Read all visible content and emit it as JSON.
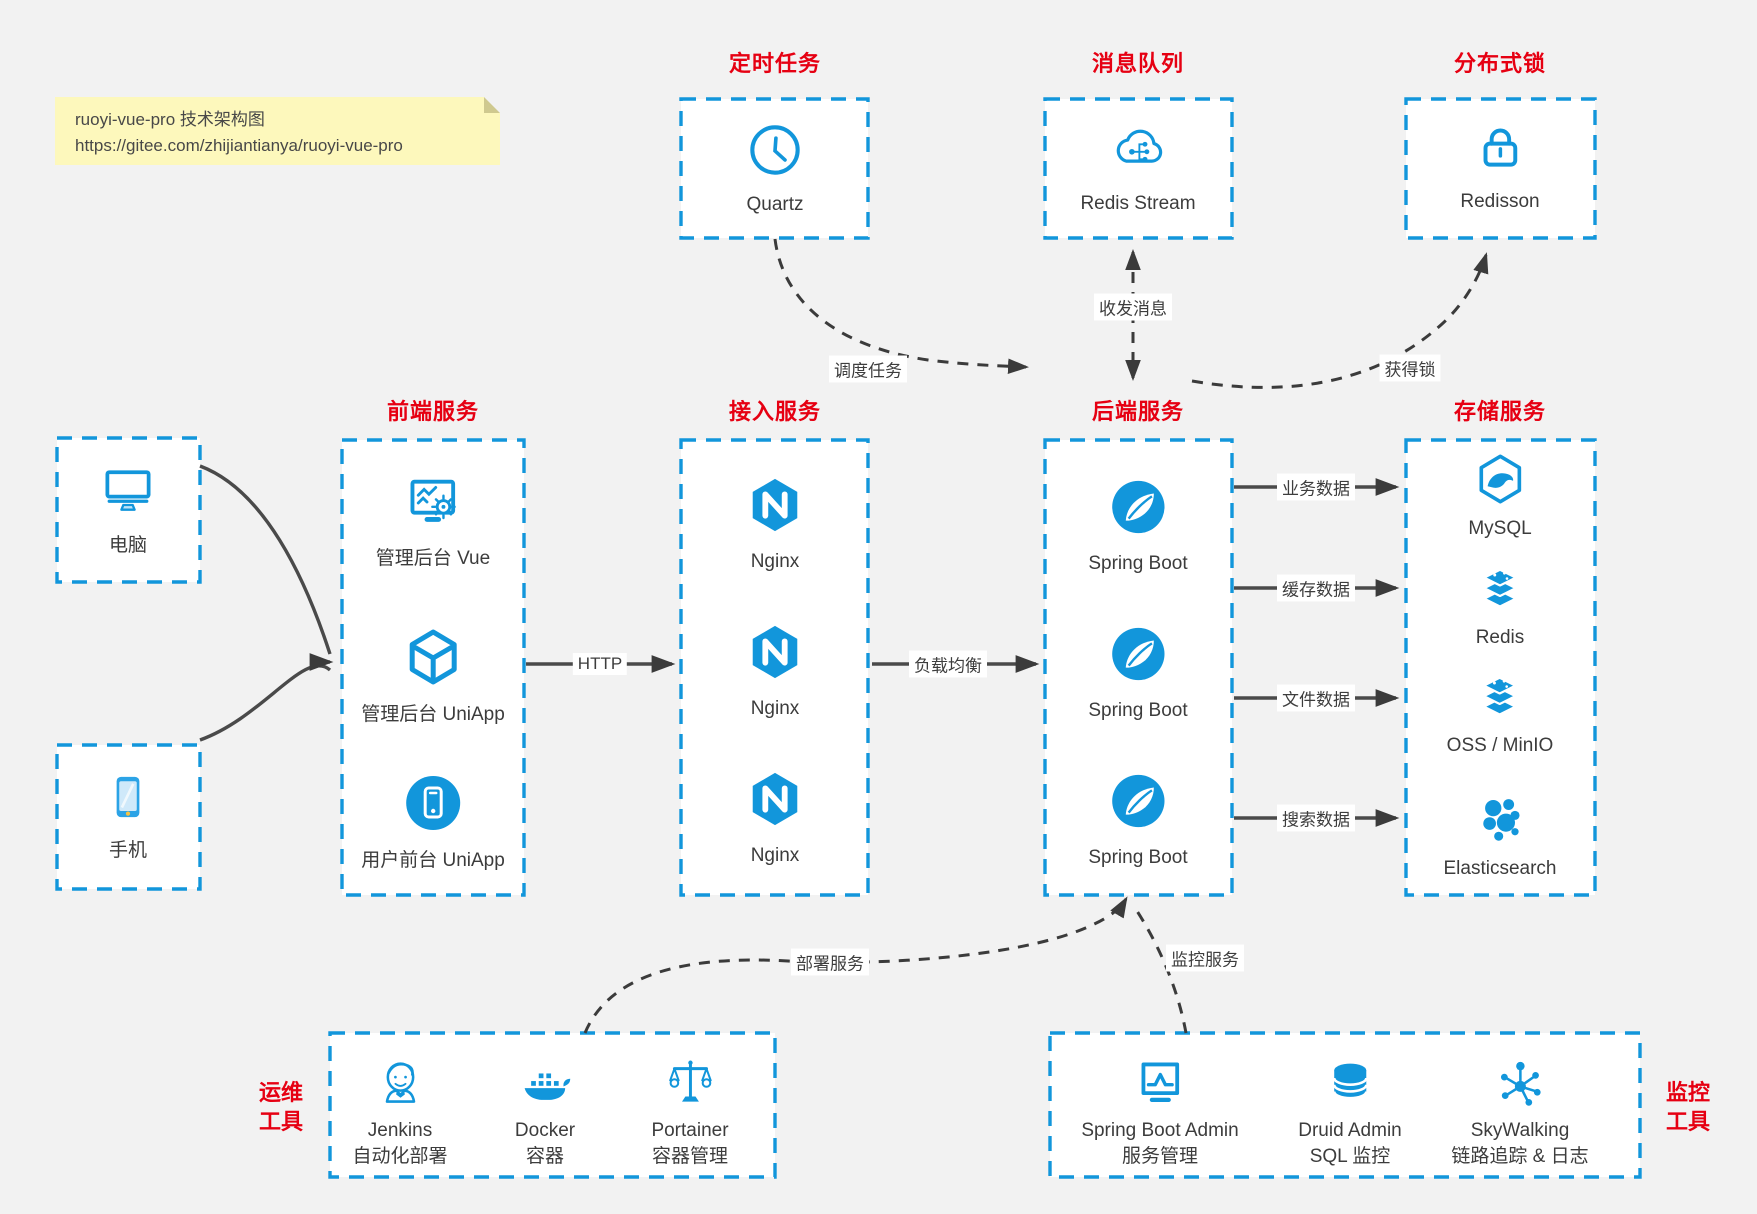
{
  "palette": {
    "accent_blue": "#1296db",
    "title_red": "#e60012",
    "arrow_gray": "#3b3b3b",
    "note_yellow": "#fdf8bc",
    "background": "#f2f2f2",
    "box_fill": "#ffffff"
  },
  "note": {
    "line1": "ruoyi-vue-pro 技术架构图",
    "line2": "https://gitee.com/zhijiantianya/ruoyi-vue-pro"
  },
  "groups": {
    "scheduler": {
      "title": "定时任务",
      "items": [
        {
          "label": "Quartz",
          "icon": "clock-icon"
        }
      ]
    },
    "mq": {
      "title": "消息队列",
      "items": [
        {
          "label": "Redis Stream",
          "icon": "cloud-stream-icon"
        }
      ]
    },
    "lock": {
      "title": "分布式锁",
      "items": [
        {
          "label": "Redisson",
          "icon": "lock-icon"
        }
      ]
    },
    "clients": {
      "items": [
        {
          "label": "电脑",
          "icon": "desktop-icon"
        },
        {
          "label": "手机",
          "icon": "phone-icon"
        }
      ]
    },
    "frontend": {
      "title": "前端服务",
      "items": [
        {
          "label": "管理后台 Vue",
          "icon": "admin-vue-icon"
        },
        {
          "label": "管理后台 UniApp",
          "icon": "cube-icon"
        },
        {
          "label": "用户前台 UniApp",
          "icon": "user-app-icon"
        }
      ]
    },
    "gateway": {
      "title": "接入服务",
      "items": [
        {
          "label": "Nginx",
          "icon": "nginx-icon"
        },
        {
          "label": "Nginx",
          "icon": "nginx-icon"
        },
        {
          "label": "Nginx",
          "icon": "nginx-icon"
        }
      ]
    },
    "backend": {
      "title": "后端服务",
      "items": [
        {
          "label": "Spring Boot",
          "icon": "spring-icon"
        },
        {
          "label": "Spring Boot",
          "icon": "spring-icon"
        },
        {
          "label": "Spring Boot",
          "icon": "spring-icon"
        }
      ]
    },
    "storage": {
      "title": "存储服务",
      "items": [
        {
          "label": "MySQL",
          "icon": "mysql-icon"
        },
        {
          "label": "Redis",
          "icon": "redis-stack-icon"
        },
        {
          "label": "OSS / MinIO",
          "icon": "storage-stack-icon"
        },
        {
          "label": "Elasticsearch",
          "icon": "elasticsearch-icon"
        }
      ]
    },
    "ops": {
      "side_label_line1": "运维",
      "side_label_line2": "工具",
      "items": [
        {
          "label": "Jenkins",
          "sublabel": "自动化部署",
          "icon": "jenkins-icon"
        },
        {
          "label": "Docker",
          "sublabel": "容器",
          "icon": "docker-icon"
        },
        {
          "label": "Portainer",
          "sublabel": "容器管理",
          "icon": "portainer-icon"
        }
      ]
    },
    "monitoring": {
      "side_label_line1": "监控",
      "side_label_line2": "工具",
      "items": [
        {
          "label": "Spring Boot Admin",
          "sublabel": "服务管理",
          "icon": "admin-monitor-icon"
        },
        {
          "label": "Druid Admin",
          "sublabel": "SQL 监控",
          "icon": "database-icon"
        },
        {
          "label": "SkyWalking",
          "sublabel": "链路追踪 & 日志",
          "icon": "skywalking-icon"
        }
      ]
    }
  },
  "edges": {
    "http": "HTTP",
    "load_balance": "负载均衡",
    "schedule_task": "调度任务",
    "send_receive_msg": "收发消息",
    "acquire_lock": "获得锁",
    "business_data": "业务数据",
    "cache_data": "缓存数据",
    "file_data": "文件数据",
    "search_data": "搜索数据",
    "deploy_service": "部署服务",
    "monitor_service": "监控服务"
  }
}
